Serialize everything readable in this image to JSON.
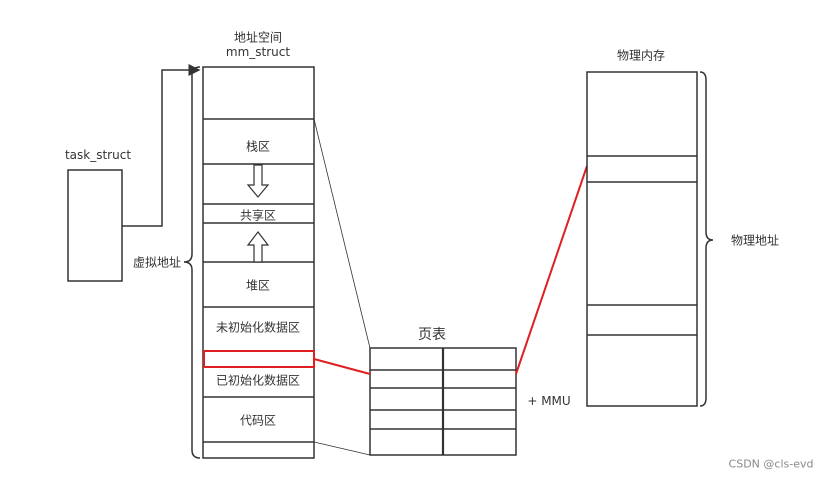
{
  "task": {
    "label": "task_struct"
  },
  "mm": {
    "title": "地址空间",
    "subtitle": "mm_struct",
    "segments": [
      "栈区",
      "共享区",
      "堆区",
      "未初始化数据区",
      "已初始化数据区",
      "代码区"
    ]
  },
  "virtual_label": "虚拟地址",
  "page_table": {
    "title": "页表",
    "mmu_label": "+ MMU"
  },
  "physical": {
    "title": "物理内存",
    "address_label": "物理地址"
  },
  "watermark": "CSDN @cls-evd",
  "colors": {
    "highlight": "#e02020",
    "line": "#333333"
  }
}
